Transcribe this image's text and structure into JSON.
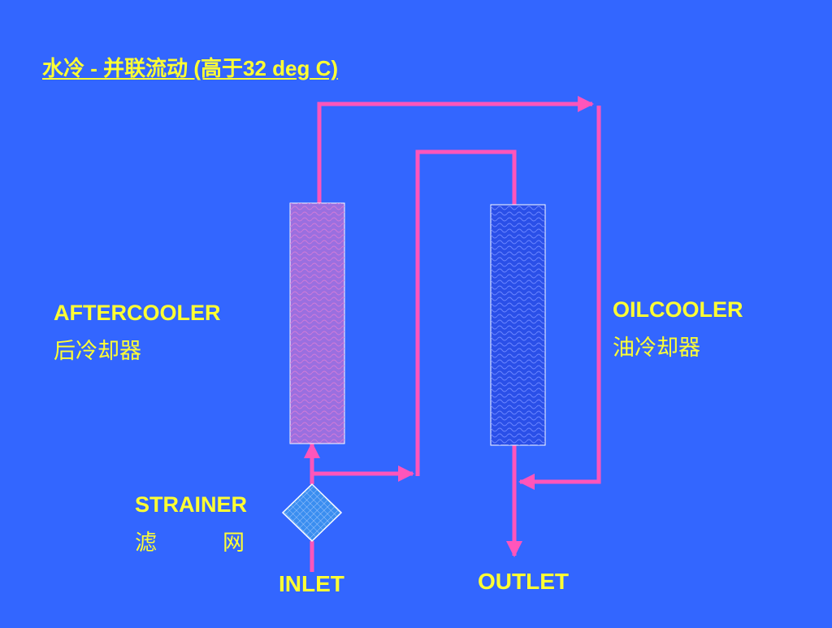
{
  "title": "水冷 - 并联流动 (高于32 deg C)",
  "labels": {
    "aftercooler_en": "AFTERCOOLER",
    "aftercooler_cn": "后冷却器",
    "oilcooler_en": "OILCOOLER",
    "oilcooler_cn": "油冷却器",
    "strainer_en": "STRAINER",
    "strainer_cn": "滤　　　网",
    "inlet": "INLET",
    "outlet": "OUTLET"
  },
  "colors": {
    "background": "#3366ff",
    "text": "#ffff33",
    "pipe": "#ff55bb",
    "aftercooler_fill": "#9a6fe0",
    "oilcooler_fill": "#2a4fe8",
    "strainer_fill": "#3a8ef0"
  }
}
